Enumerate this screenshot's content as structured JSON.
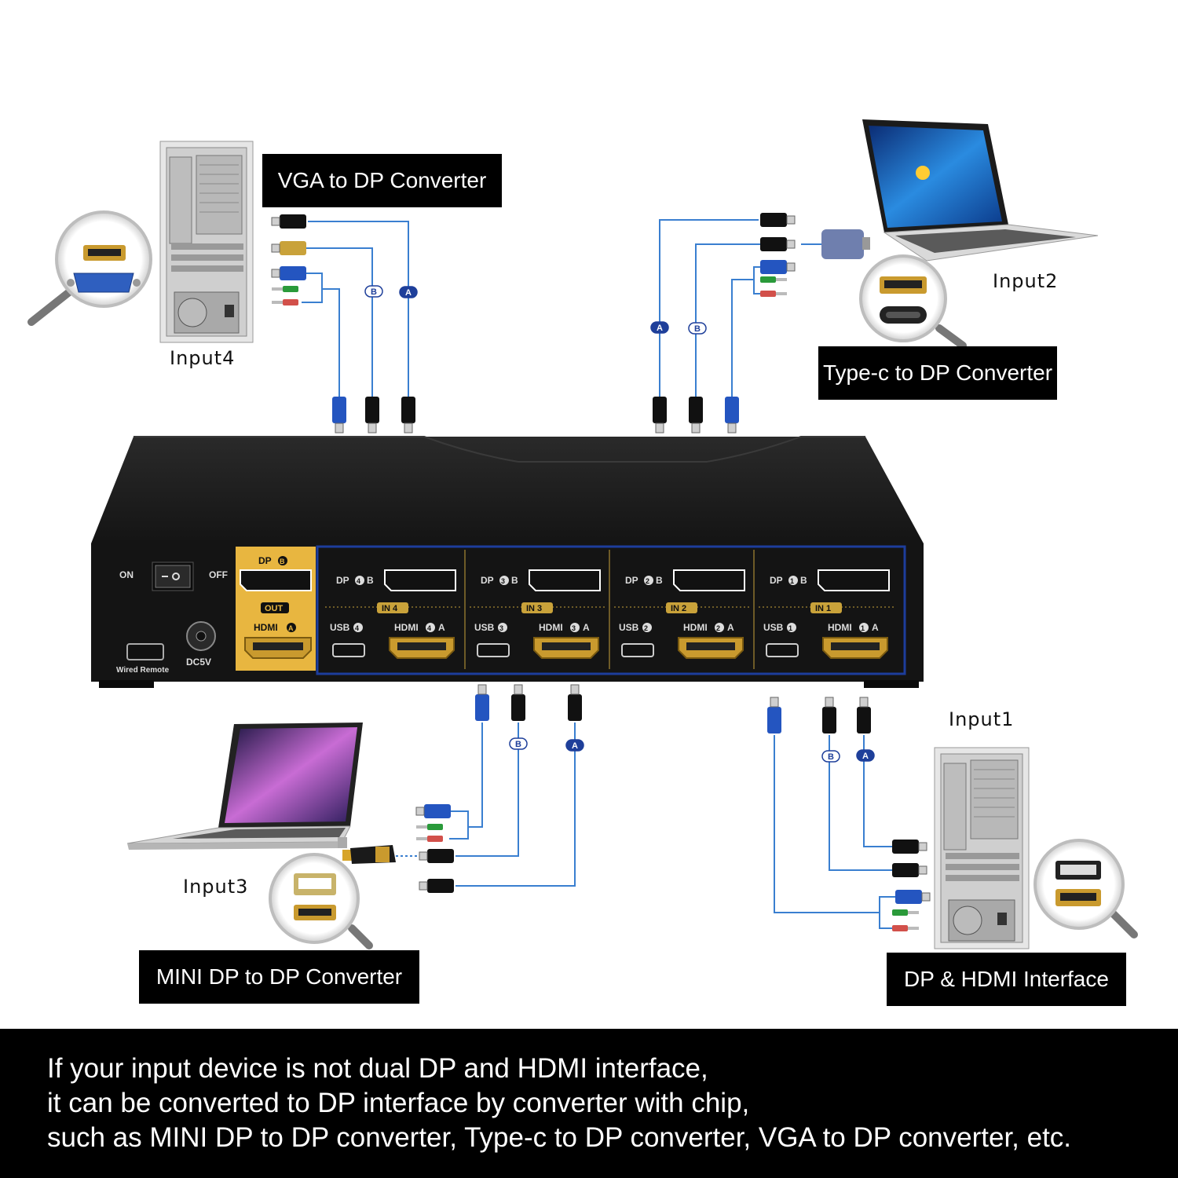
{
  "converters": {
    "vga": "VGA to DP Converter",
    "typec": "Type-c to DP Converter",
    "minidp": "MINI DP to DP Converter",
    "native": "DP & HDMI Interface"
  },
  "inputs": {
    "input1": "Input1",
    "input2": "Input2",
    "input3": "Input3",
    "input4": "Input4"
  },
  "cable_tags": {
    "a": "A",
    "b": "B"
  },
  "device": {
    "on": "ON",
    "off": "OFF",
    "wired_remote": "Wired Remote",
    "dc5v": "DC5V",
    "out_dp": "DP",
    "out_dp_letter": "B",
    "out_badge": "OUT",
    "out_hdmi": "HDMI",
    "out_hdmi_letter": "A",
    "in_badge": "IN",
    "dp_prefix": "DP",
    "hdmi_prefix": "HDMI",
    "usb_prefix": "USB",
    "port_b": "B",
    "port_a": "A",
    "ports": [
      "4",
      "3",
      "2",
      "1"
    ]
  },
  "footer": {
    "line1": "If your input device is not dual DP and HDMI  interface,",
    "line2": "it can be converted to DP  interface by converter with chip,",
    "line3": "such as MINI DP to DP converter, Type-c to DP converter, VGA to DP converter, etc."
  },
  "colors": {
    "wire": "#3a7fd0",
    "tag": "#1e3f9a",
    "device_body": "#1c1c1c",
    "out_panel": "#e8b640",
    "port_gold": "#c99a2e",
    "footer_bg": "#000000"
  }
}
